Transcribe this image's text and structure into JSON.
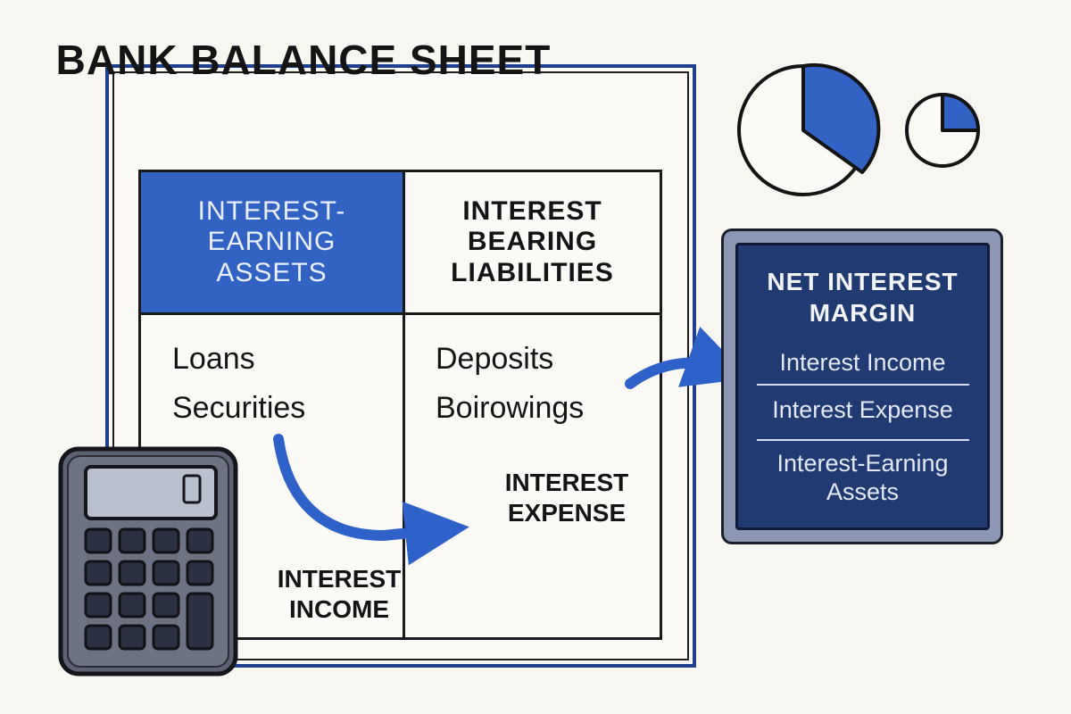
{
  "sheet": {
    "title": "BANK BALANCE SHEET",
    "assets_header": "INTEREST-\nEARNING\nASSETS",
    "liabilities_header": "INTEREST\nBEARING\nLIABILITIES",
    "assets_items": [
      "Loans",
      "Securities"
    ],
    "liabilities_items": [
      "Deposits",
      "Boirowings"
    ],
    "interest_expense_label": "INTEREST\nEXPENSE",
    "interest_income_label": "INTEREST\nINCOME"
  },
  "nim_panel": {
    "title": "NET INTEREST\nMARGIN",
    "items": [
      "Interest Income",
      "Interest Expense",
      "Interest-Earning\nAssets"
    ]
  },
  "colors": {
    "accent": "#3263c4",
    "panel": "#1f3b72",
    "frame": "#1f3f8f"
  },
  "icons": [
    "calculator-icon",
    "pie-chart-icon",
    "arrow-icon"
  ]
}
